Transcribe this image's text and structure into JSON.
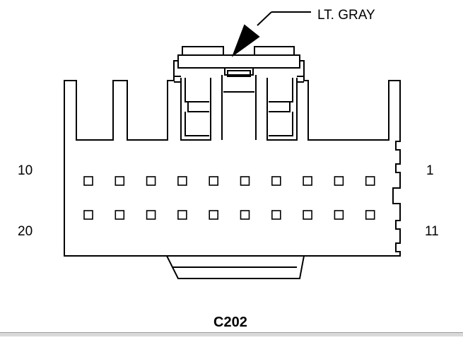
{
  "connector": {
    "name": "C202",
    "color_label": "LT. GRAY",
    "pin_labels": {
      "top_left": "10",
      "top_right": "1",
      "bottom_left": "20",
      "bottom_right": "11"
    },
    "rows": 2,
    "cavities_per_row": 10
  },
  "colors": {
    "line": "#000000",
    "background": "#ffffff"
  }
}
